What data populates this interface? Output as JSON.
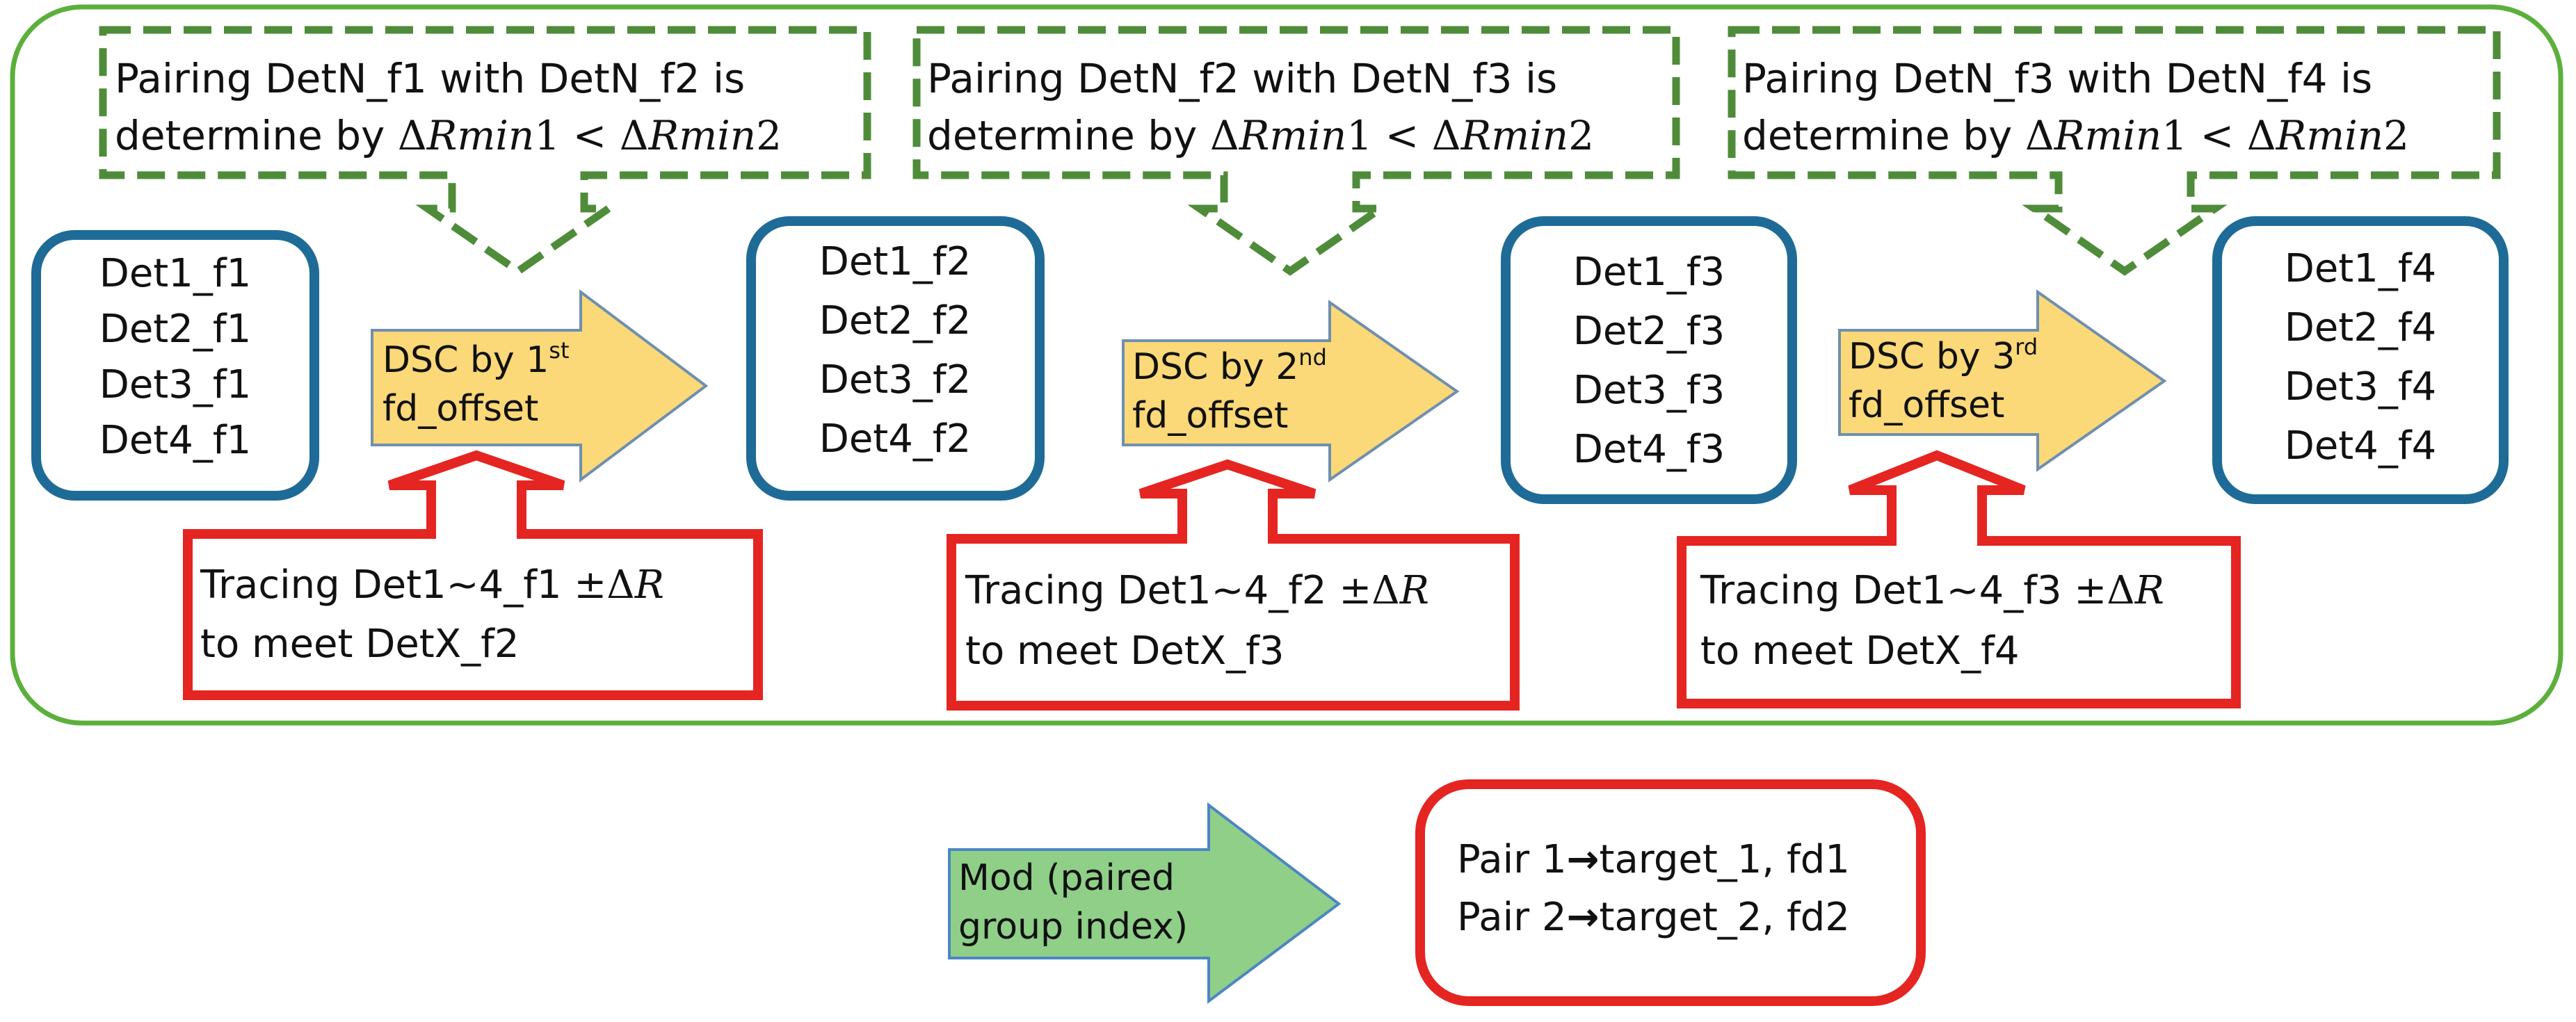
{
  "colors": {
    "container": "#5BB03C",
    "pairing": "#4F8C3A",
    "det_box": "#1F6B97",
    "tracing": "#E52521",
    "dsc_fill": "#FBD878",
    "dsc_stroke": "#6F8FB0",
    "mod_fill": "#8FCF88",
    "mod_stroke": "#4C86C4",
    "result": "#E52521"
  },
  "pairing_notes": [
    {
      "line1": "Pairing DetN_f1 with DetN_f2 is",
      "line2_prefix": "determine by "
    },
    {
      "line1": "Pairing DetN_f2 with DetN_f3 is",
      "line2_prefix": "determine by "
    },
    {
      "line1": "Pairing DetN_f3 with DetN_f4 is",
      "line2_prefix": "determine by "
    }
  ],
  "pairing_condition": {
    "lhs_delta": "Δ",
    "lhs_var": "Rmin",
    "lhs_num": "1",
    "op": " < ",
    "rhs_delta": "Δ",
    "rhs_var": "Rmin",
    "rhs_num": "2"
  },
  "frames": [
    {
      "items": [
        "Det1_f1",
        "Det2_f1",
        "Det3_f1",
        "Det4_f1"
      ]
    },
    {
      "items": [
        "Det1_f2",
        "Det2_f2",
        "Det3_f2",
        "Det4_f2"
      ]
    },
    {
      "items": [
        "Det1_f3",
        "Det2_f3",
        "Det3_f3",
        "Det4_f3"
      ]
    },
    {
      "items": [
        "Det1_f4",
        "Det2_f4",
        "Det3_f4",
        "Det4_f4"
      ]
    }
  ],
  "dsc_steps": [
    {
      "prefix": "DSC by 1",
      "ordinal": "st",
      "line2": "fd_offset"
    },
    {
      "prefix": "DSC by 2",
      "ordinal": "nd",
      "line2": "fd_offset"
    },
    {
      "prefix": "DSC by 3",
      "ordinal": "rd",
      "line2": "fd_offset"
    }
  ],
  "tracing": [
    {
      "line1": "Tracing Det1~4_f1 ",
      "pm": "±",
      "delta": "Δ",
      "var": "R",
      "line2": "to meet DetX_f2"
    },
    {
      "line1": "Tracing Det1~4_f2 ",
      "pm": "±",
      "delta": "Δ",
      "var": "R",
      "line2": "to meet DetX_f3"
    },
    {
      "line1": "Tracing Det1~4_f3 ",
      "pm": "±",
      "delta": "Δ",
      "var": "R",
      "line2": "to meet DetX_f4"
    }
  ],
  "mod": {
    "line1": "Mod (paired",
    "line2": "group index)"
  },
  "result": {
    "pairs": [
      {
        "label": "Pair 1",
        "arrow": "→",
        "target": "target_1, fd1"
      },
      {
        "label": "Pair 2",
        "arrow": "→",
        "target": "target_2, fd2"
      }
    ]
  }
}
